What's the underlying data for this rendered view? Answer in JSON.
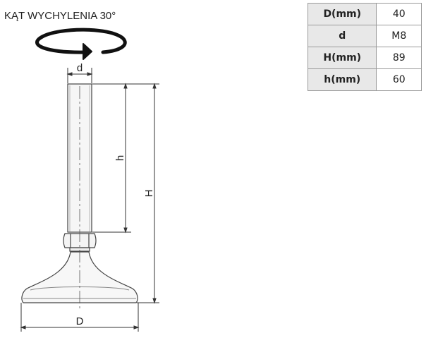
{
  "tilt_label": "KĄT WYCHYLENIA 30°",
  "dimension_labels": {
    "d": "d",
    "h": "h",
    "H": "H",
    "D": "D"
  },
  "specs": [
    {
      "key": "D(mm)",
      "value": "40"
    },
    {
      "key": "d",
      "value": "M8"
    },
    {
      "key": "H(mm)",
      "value": "89"
    },
    {
      "key": "h(mm)",
      "value": "60"
    }
  ]
}
